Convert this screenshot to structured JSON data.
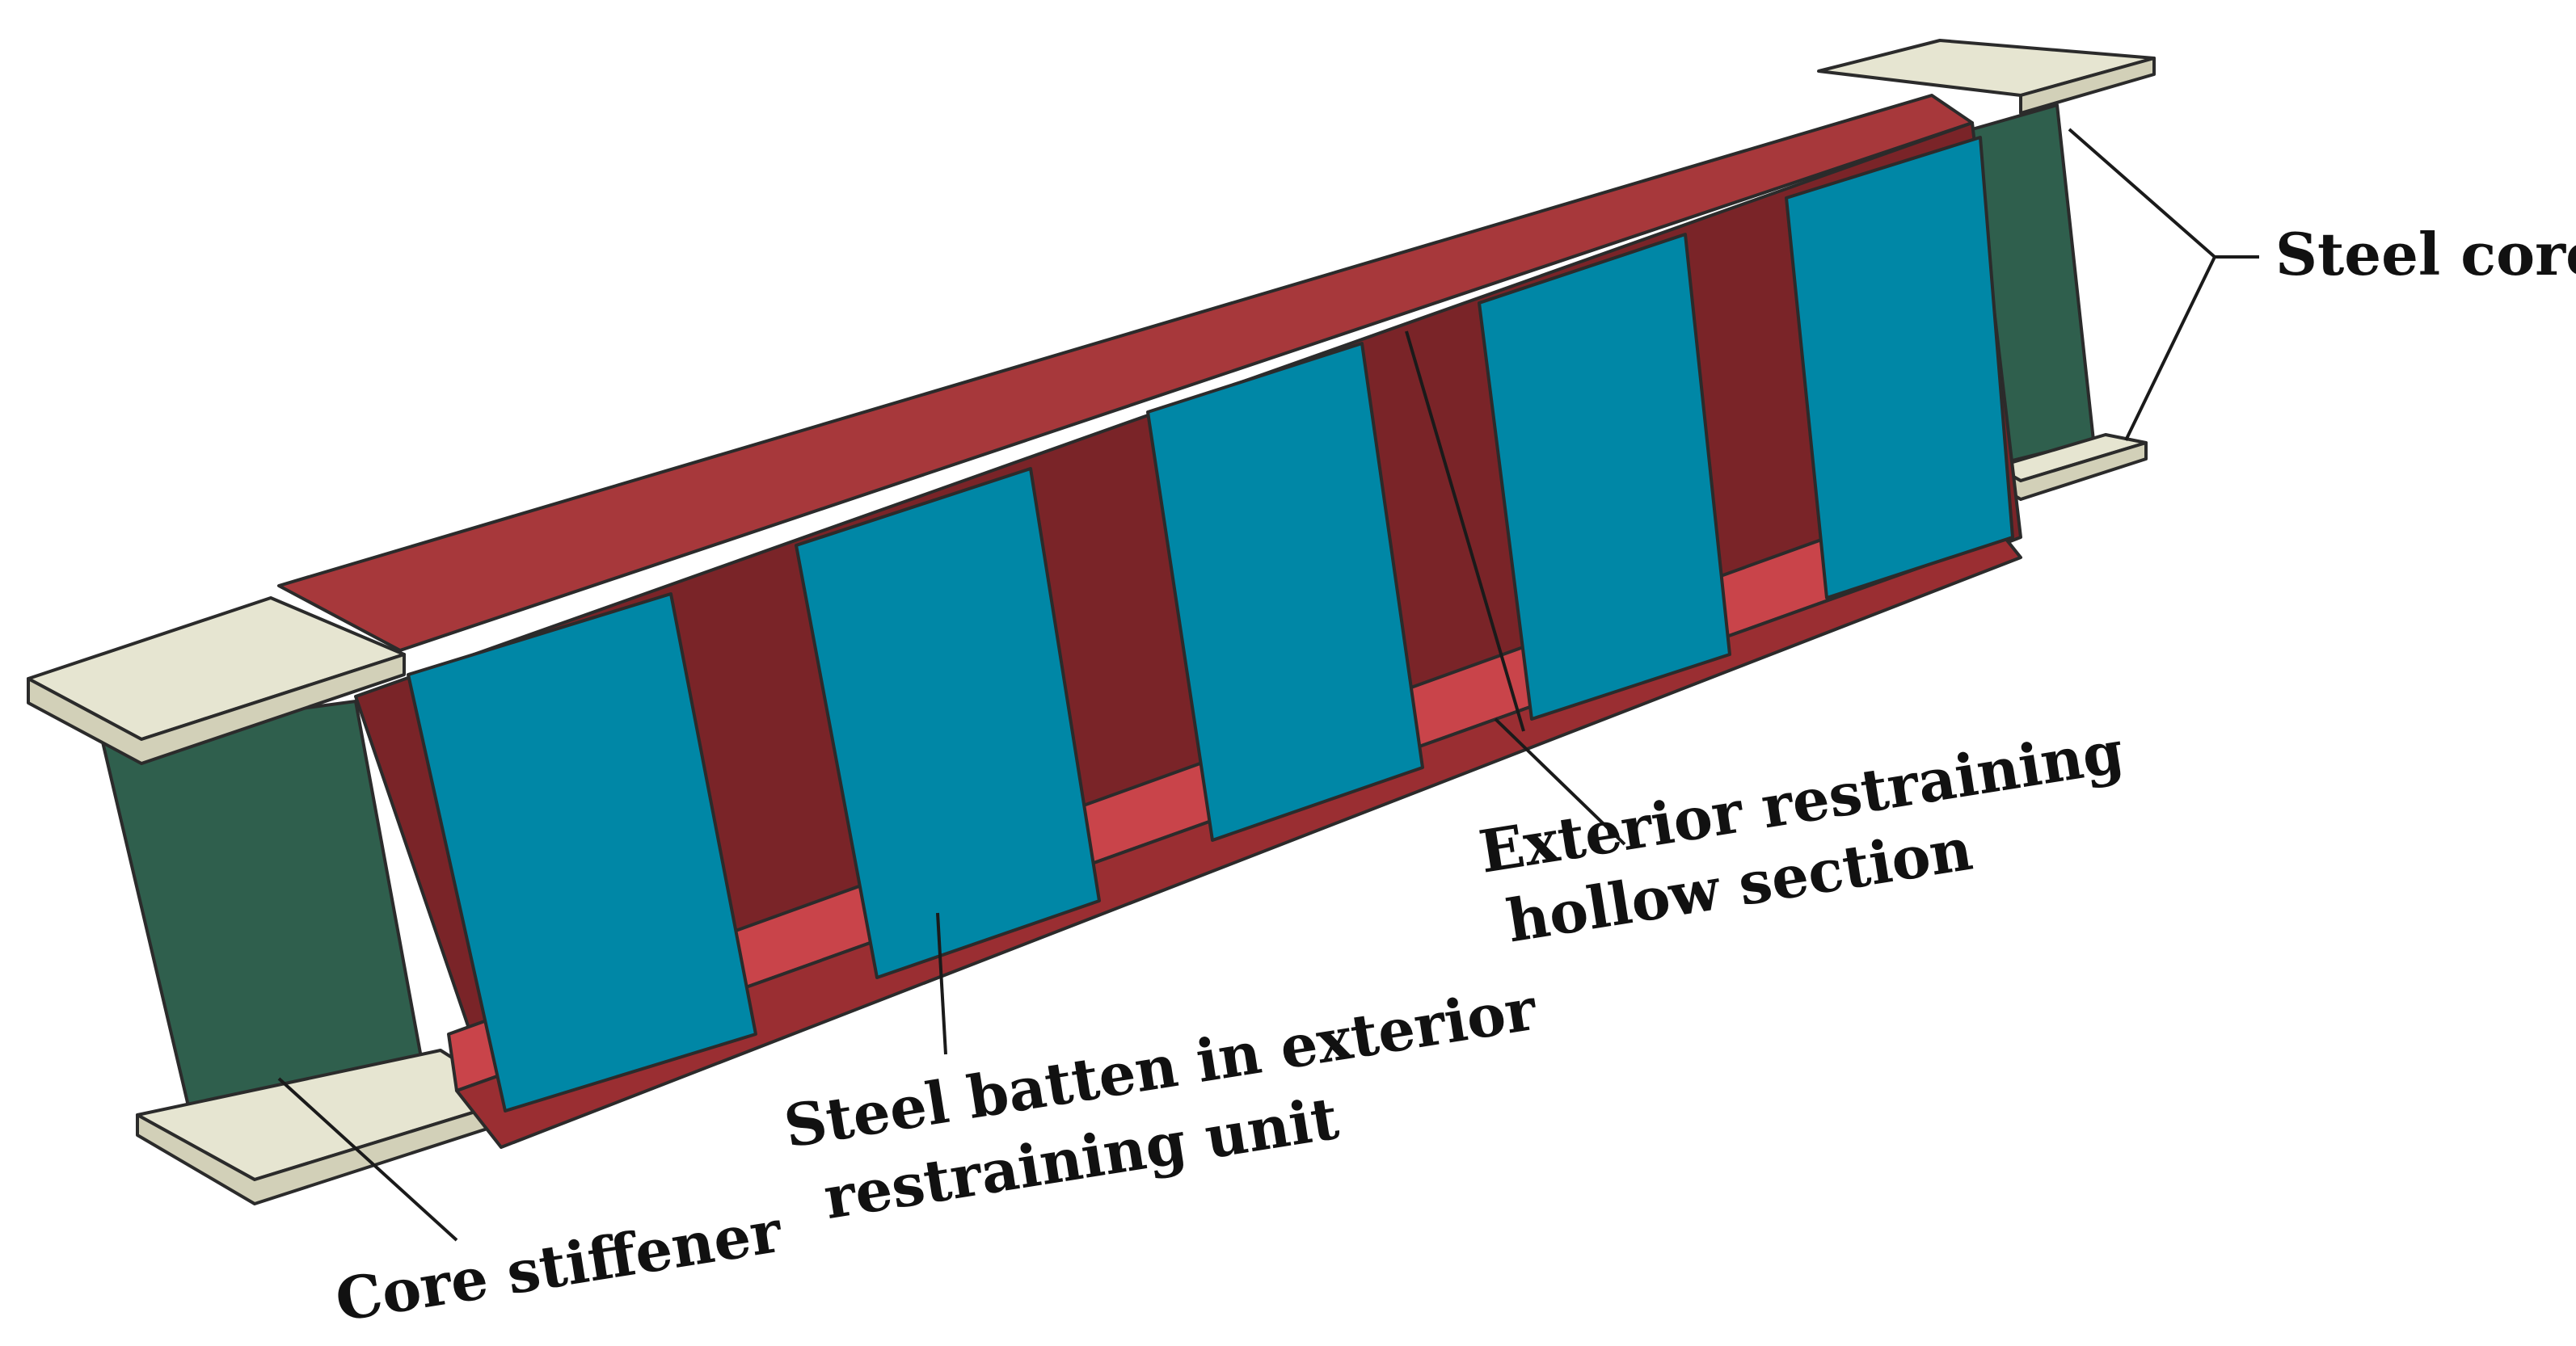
{
  "labels": {
    "steel_cores": "Steel cores",
    "exterior_section_line1": "Exterior restraining",
    "exterior_section_line2": "hollow section",
    "batten_line1": "Steel batten in exterior",
    "batten_line2": "restraining unit",
    "core_stiffener": "Core stiffener"
  },
  "colors": {
    "flange": "#e6e5d1",
    "core_web": "#2f5f4d",
    "hollow_top": "#a7383b",
    "hollow_inner": "#7a2428",
    "hollow_band": "#c9444a",
    "batten": "#0087a6"
  }
}
